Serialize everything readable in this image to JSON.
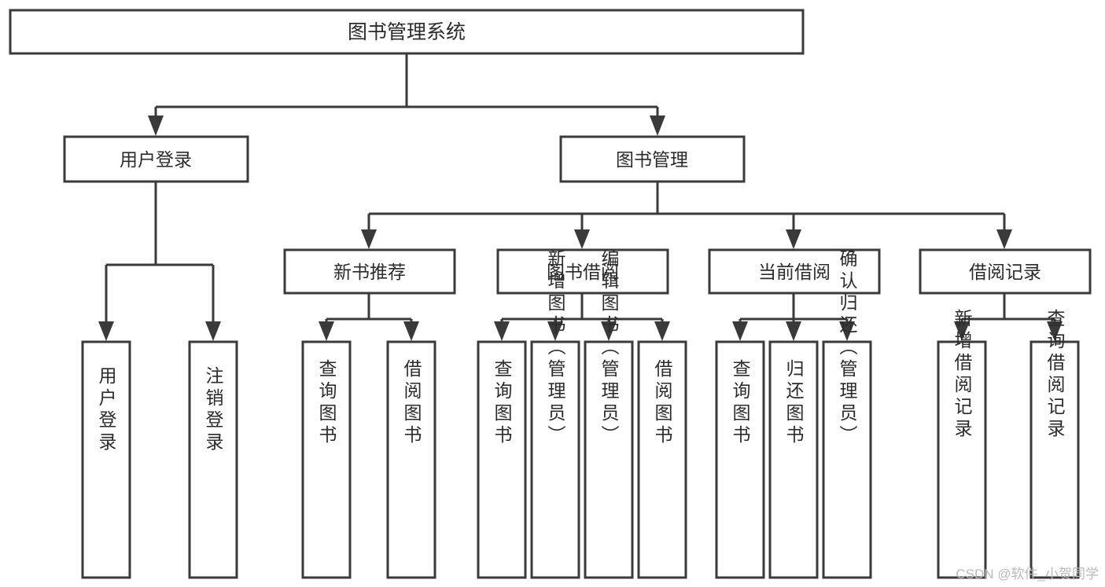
{
  "diagram": {
    "title": "图书管理系统",
    "type": "tree",
    "orientation": "top-down",
    "colors": {
      "stroke": "#3a3a3a",
      "box_fill": "#ffffff",
      "text": "#2b2b2b",
      "background": "#ffffff",
      "watermark": "#b9b9b9"
    },
    "root": {
      "label": "图书管理系统"
    },
    "level2": [
      {
        "label": "用户登录"
      },
      {
        "label": "图书管理"
      }
    ],
    "level3": [
      {
        "label": "新书推荐"
      },
      {
        "label": "图书借阅"
      },
      {
        "label": "当前借阅"
      },
      {
        "label": "借阅记录"
      }
    ],
    "leaves": {
      "user_login": [
        {
          "label": "用户登录"
        },
        {
          "label": "注销登录"
        }
      ],
      "new_book_recommend": [
        {
          "label": "查询图书"
        },
        {
          "label": "借阅图书"
        }
      ],
      "book_borrow": [
        {
          "label": "查询图书"
        },
        {
          "label": "新增图书（管理员）"
        },
        {
          "label": "编辑图书（管理员）"
        },
        {
          "label": "借阅图书"
        }
      ],
      "current_borrow": [
        {
          "label": "查询图书"
        },
        {
          "label": "归还图书"
        },
        {
          "label": "确认归还（管理员）"
        }
      ],
      "borrow_record": [
        {
          "label": "新增借阅记录"
        },
        {
          "label": "查询借阅记录"
        }
      ]
    }
  },
  "watermark": {
    "text": "CSDN @软件_小贺同学"
  }
}
